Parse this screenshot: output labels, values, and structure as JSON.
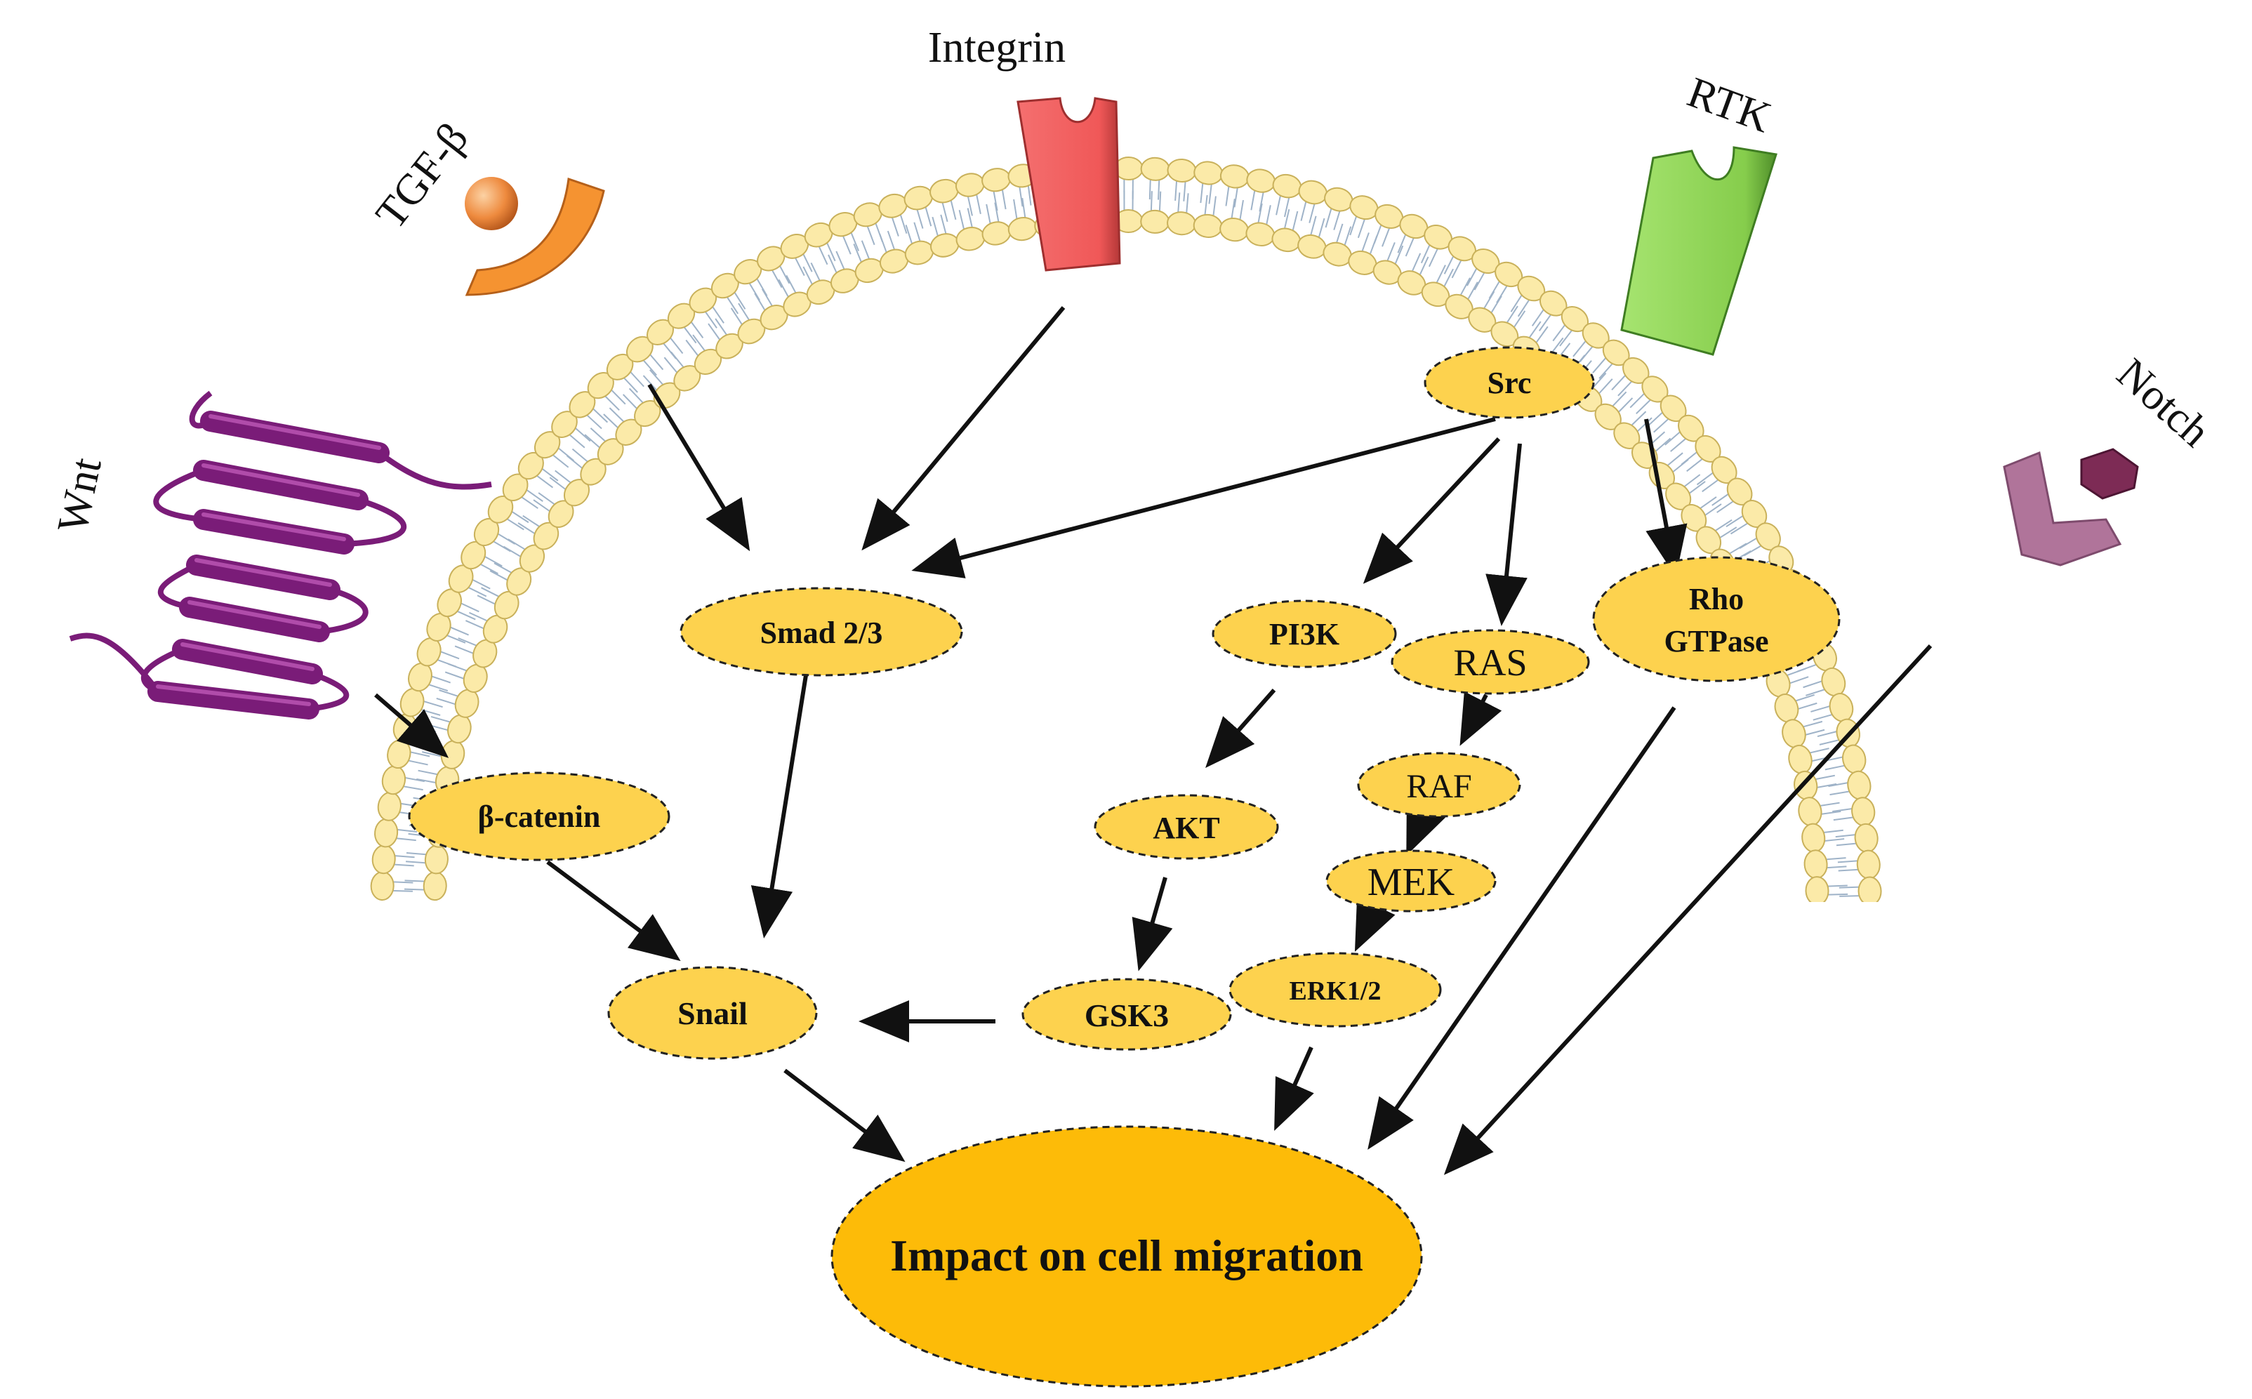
{
  "receptors": {
    "tgf_beta": "TGF-β",
    "integrin": "Integrin",
    "rtk": "RTK",
    "notch": "Notch",
    "wnt": "Wnt"
  },
  "nodes": {
    "src": "Src",
    "smad": "Smad 2/3",
    "pi3k": "PI3K",
    "ras": "RAS",
    "rho_line1": "Rho",
    "rho_line2": "GTPase",
    "beta_catenin": "β-catenin",
    "akt": "AKT",
    "raf": "RAF",
    "mek": "MEK",
    "snail": "Snail",
    "gsk3": "GSK3",
    "erk": "ERK1/2",
    "impact": "Impact on cell migration"
  },
  "colors": {
    "node_fill": "#fdd24e",
    "impact_fill": "#fdbb08",
    "arrow": "#111111",
    "lipid_head": "#fbeaa8",
    "tgf_receptor": "#f59331",
    "integrin": "#f26a6a",
    "rtk": "#8ed45a",
    "notch": "#b0749a",
    "wnt": "#7a1c78"
  }
}
